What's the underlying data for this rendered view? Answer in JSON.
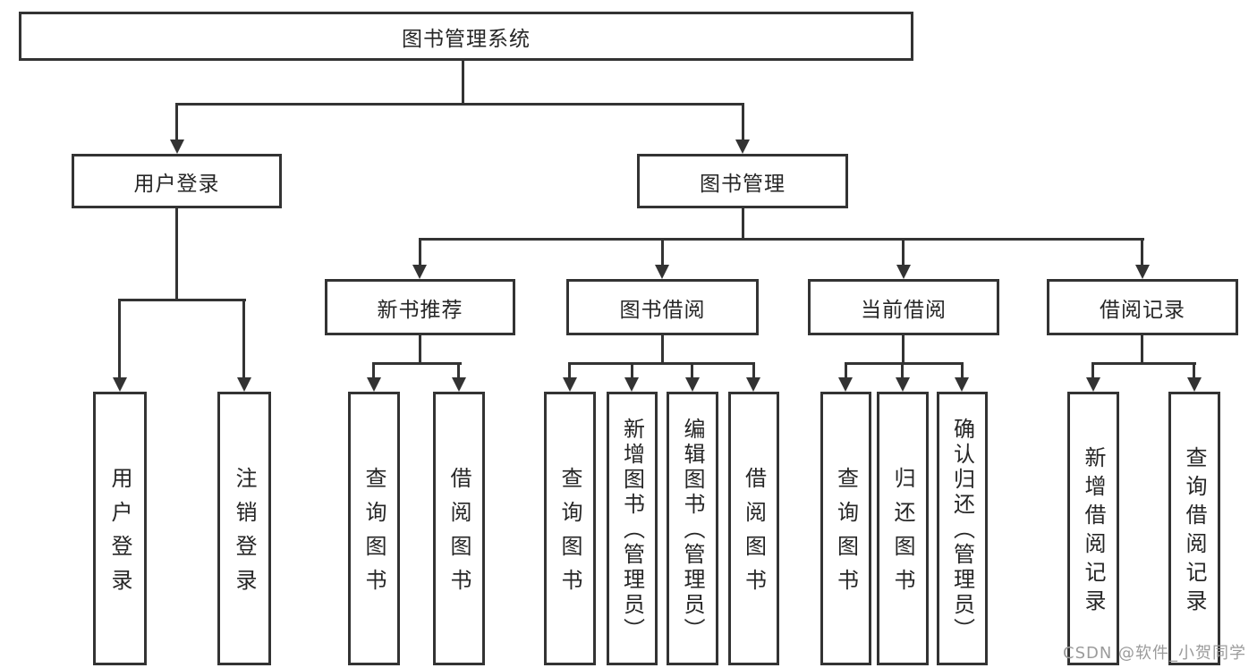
{
  "tree": {
    "label": "图书管理系统",
    "children": [
      {
        "label": "用户登录",
        "children": [
          {
            "label": "用户登录"
          },
          {
            "label": "注销登录"
          }
        ]
      },
      {
        "label": "图书管理",
        "children": [
          {
            "label": "新书推荐",
            "children": [
              {
                "label": "查询图书"
              },
              {
                "label": "借阅图书"
              }
            ]
          },
          {
            "label": "图书借阅",
            "children": [
              {
                "label": "查询图书"
              },
              {
                "label": "新增图书（管理员）"
              },
              {
                "label": "编辑图书（管理员）"
              },
              {
                "label": "借阅图书"
              }
            ]
          },
          {
            "label": "当前借阅",
            "children": [
              {
                "label": "查询图书"
              },
              {
                "label": "归还图书"
              },
              {
                "label": "确认归还（管理员）"
              }
            ]
          },
          {
            "label": "借阅记录",
            "children": [
              {
                "label": "新增借阅记录"
              },
              {
                "label": "查询借阅记录"
              }
            ]
          }
        ]
      }
    ]
  },
  "watermark": {
    "text": "CSDN @软件_小贺同学"
  },
  "colors": {
    "line": "#333333",
    "border": "#333333",
    "text": "#262626",
    "watermark": "#9b9b9b",
    "background": "#ffffff"
  }
}
